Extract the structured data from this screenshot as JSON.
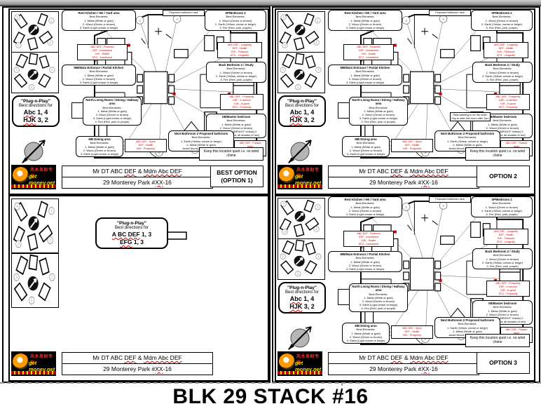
{
  "page": {
    "title": "BLK 29 STACK #16"
  },
  "logo": {
    "cn": "风水发财专家",
    "brand": "get money.net"
  },
  "banner": {
    "name_pre": "Mr DT ABC ",
    "name_u1": "DEF",
    "name_mid": " & ",
    "name_u2": "Mdm Abc DEF",
    "addr_pre": "29 Monterey Park #",
    "addr_u": "XX",
    "addr_post": "-16"
  },
  "panels": [
    {
      "option_line1": "BEST OPTION",
      "option_line2": "(OPTION 1)"
    },
    {
      "option_line1": "OPTION 2",
      "option_line2": ""
    },
    {
      "option_line1": "OPTION 3",
      "option_line2": ""
    }
  ],
  "pnp_main": {
    "title": "\"Plug-n-Play\"",
    "subtitle": "Best directions for",
    "rows": [
      {
        "who": "Abc",
        "nums": "1, 4"
      },
      {
        "who": "HJK",
        "nums": "3, 2"
      }
    ]
  },
  "pnp_alt": {
    "title": "\"Plug-n-Play\"",
    "subtitle": "Best directions for",
    "rows": [
      {
        "who": "A BC DEF",
        "nums": "1, 3"
      },
      {
        "who": "EFG",
        "nums": "1, 3"
      }
    ]
  },
  "boxes": {
    "kitchen": {
      "title": "Rest Kitchen / HK / Yard area",
      "lines": [
        "Best Elements:",
        "1. Metal (White or gold)",
        "2. Wood (Green or brown)",
        "3. Earth (Light cream or beige)"
      ]
    },
    "entrance": {
      "title": "MB/Main Entrance / Partial Kitchen",
      "lines": [
        "Best Elements:",
        "1. Metal (White or gold)",
        "2. Wood (Green or brown)",
        "3. Earth (Light cream or beige)"
      ]
    },
    "bedroom2": {
      "title": "XP/Bedroom 2",
      "lines": [
        "Best Elements:",
        "1. Wood (Green or brown)",
        "2. Earth (Yellow, cream or beige)",
        "3. Fire (Red, pink, purple)"
      ]
    },
    "backbed": {
      "title": "Back Bedroom 2 / Study",
      "lines": [
        "Best Elements:",
        "1. Wood (Green or brown)",
        "2. Earth (Yellow, cream or beige)",
        "3. Fire (Red, pink, purple)"
      ]
    },
    "master": {
      "title": "XB/Master bedroom",
      "lines": [
        "Best Elements:",
        "1. Metal (White or gold)",
        "2. Wood (Green or brown)",
        "Avoid 1. Earth (BRIGHT Yellow) 2.",
        "Fire (BRIGHT Red, all shades of red)"
      ]
    },
    "living": {
      "title": "North Living Room / Dining / Hallway area",
      "lines": [
        "Best Elements:",
        "1. Metal (White or gold)",
        "2. Wood (Green or brown)",
        "3. Earth (Light cream or beige)",
        "4. Fire (Red, pink or purple)"
      ]
    },
    "dining": {
      "title": "MB Dining area",
      "lines": [
        "Best Elements:",
        "1. Metal (White or gold)",
        "2. Wood (Green or brown)",
        "3. Earth (Light cream or beige)"
      ]
    },
    "bathroom": {
      "title": "Next Bathroom 2 Proposed bathroom",
      "lines": [
        "Best Elements:",
        "1. Earth (Yellow, cream or beige)",
        "2. Metal (White or gold)",
        "Avoid Wood (Green or brown)"
      ]
    },
    "proposed": {
      "label": "Proposed bathroom rack"
    },
    "note_quiet": {
      "label": "Keep this location quiet i.e. no wind chime"
    },
    "note_heat": {
      "label": "Heat washing in for the math. Key to date first room after 7pm"
    }
  },
  "redboxes": {
    "r1": [
      "ABC DEF - Finances",
      "DEF - Investment",
      "HJK - Health",
      "EFG - Investment"
    ],
    "r2": [
      "ABC DEF - XP distant",
      "DEF - Investment",
      "HJK - Longevity",
      "EFG - XP distant"
    ],
    "r3": [
      "ABC DEF - Longevity",
      "DEF - Health",
      "HJK - Finances",
      "EFG - Longevity"
    ],
    "r4": [
      "ABC DEF - Prosperity",
      "DEF - In service",
      "HJK - Is good",
      "EFG - Prosperity"
    ],
    "r5": [
      "ABC DEF - Passed away",
      "DEF - Pickup only",
      "HJK - Best start"
    ],
    "rC": [
      "ABC DEF - Spice",
      "DEF - Health",
      "HJK - Prosperity"
    ]
  }
}
